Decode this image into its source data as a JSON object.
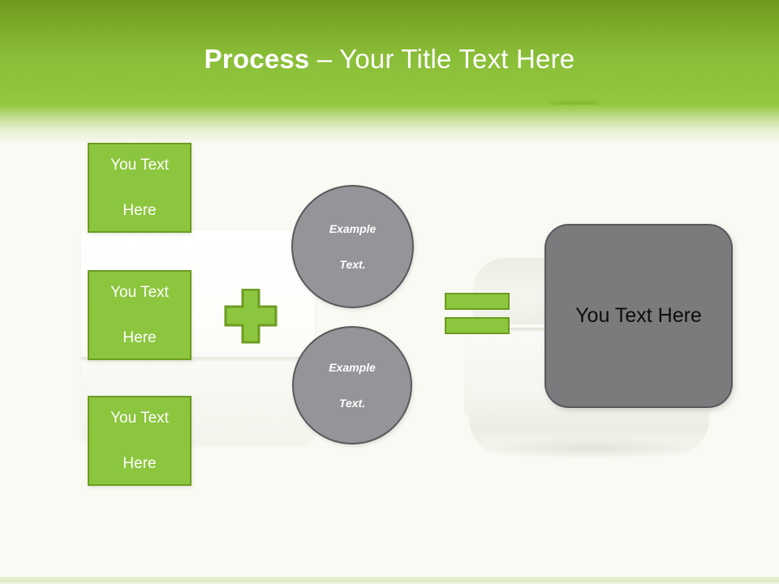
{
  "slide": {
    "title": {
      "bold_part": "Process",
      "regular_part": " – Your Title Text Here"
    },
    "background_color": "#f9faf3",
    "accent_green": "#8cc63e",
    "accent_green_border": "#6d9c22",
    "accent_gray": "#939598",
    "accent_gray_dark": "#7b7b7d",
    "gray_border": "#58595b"
  },
  "inputs": {
    "boxes": [
      {
        "line1": "You Text",
        "line2": "Here"
      },
      {
        "line1": "You Text",
        "line2": "Here"
      },
      {
        "line1": "You Text",
        "line2": "Here"
      }
    ]
  },
  "operators": {
    "plus": "+",
    "equals": "="
  },
  "circles": [
    {
      "line1": "Example",
      "line2": "Text."
    },
    {
      "line1": "Example",
      "line2": "Text."
    }
  ],
  "result": {
    "label": "You Text Here"
  }
}
